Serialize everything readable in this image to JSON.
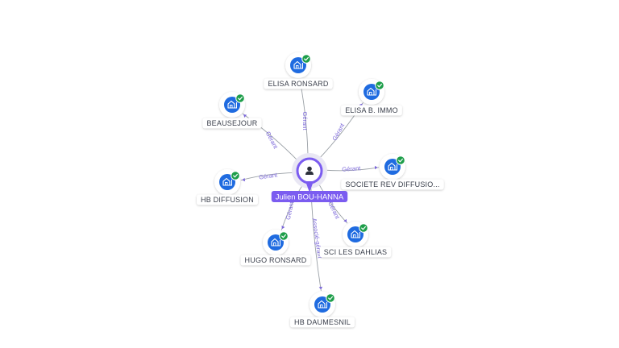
{
  "center": {
    "name": "Julien BOU-HANNA",
    "icon": "person-icon",
    "color": "#7b5cf0"
  },
  "companies": [
    {
      "id": "elisa-ronsard",
      "name": "ELISA RONSARD",
      "relation": "Gérant",
      "status": "active"
    },
    {
      "id": "elisa-b-immo",
      "name": "ELISA B. IMMO",
      "relation": "Gérant",
      "status": "active"
    },
    {
      "id": "beausejour",
      "name": "BEAUSEJOUR",
      "relation": "Gérant",
      "status": "active"
    },
    {
      "id": "societe-rev-diffusion",
      "name": "SOCIETE REV DIFFUSIO...",
      "relation": "Gérant",
      "status": "active"
    },
    {
      "id": "hb-diffusion",
      "name": "HB DIFFUSION",
      "relation": "Gérant",
      "status": "active"
    },
    {
      "id": "sci-les-dahlias",
      "name": "SCI LES DAHLIAS",
      "relation": "Gérant",
      "status": "active"
    },
    {
      "id": "hugo-ronsard",
      "name": "HUGO RONSARD",
      "relation": "Gérant",
      "status": "active"
    },
    {
      "id": "hb-daumesnil",
      "name": "HB DAUMESNIL",
      "relation": "Associé-gérant",
      "status": "active"
    }
  ],
  "icons": {
    "company": "building-icon",
    "status": "check-badge-icon"
  },
  "colors": {
    "company_fill": "#1f6be0",
    "check": "#1e9e4a",
    "edge": "#9aa0a6",
    "edge_label": "#7a66d9",
    "center_halo": "#e9e7f4"
  }
}
